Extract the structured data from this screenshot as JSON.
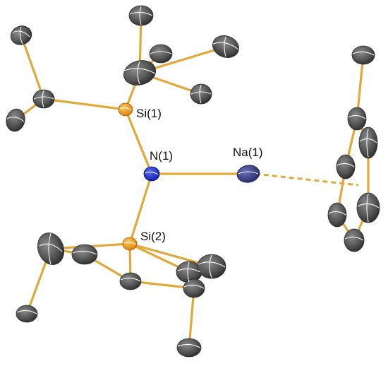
{
  "labels": {
    "si1": "Si(1)",
    "si2": "Si(2)",
    "n1": "N(1)",
    "na1": "Na(1)"
  },
  "colors": {
    "bond": "#e0a93a",
    "bond_edge": "#a8761c",
    "carbon": "#555555",
    "carbon_dark": "#2e2e2e",
    "silicon": "#f29a1c",
    "nitrogen": "#1d2fd6",
    "sodium": "#3a3f86",
    "background": "#ffffff"
  }
}
